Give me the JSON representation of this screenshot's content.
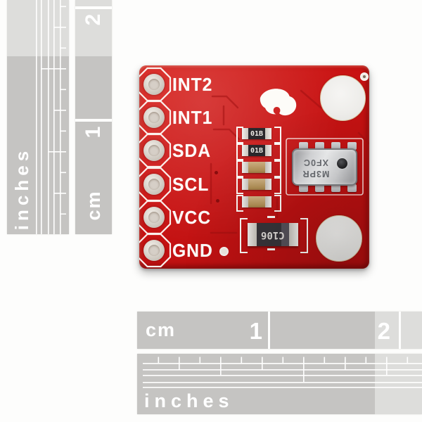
{
  "pcb": {
    "pins": [
      {
        "label": "INT2"
      },
      {
        "label": "INT1"
      },
      {
        "label": "SDA"
      },
      {
        "label": "SCL"
      },
      {
        "label": "VCC"
      },
      {
        "label": "GND"
      }
    ],
    "sensor": {
      "line1": "M3PR",
      "line2": "XF0C"
    },
    "resistors": [
      {
        "label": "01B"
      },
      {
        "label": "01B"
      }
    ],
    "cap_label": "C106",
    "logo_icon": "sparkfun-flame",
    "colors": {
      "board_red": "#c81414",
      "silkscreen": "#ffffff",
      "sensor_metal": "#d8d9db",
      "component_black": "#2b282c",
      "capacitor_tan": "#b18f55"
    }
  },
  "rulers": {
    "left_inches": {
      "label": "inches"
    },
    "left_cm": {
      "label": "cm",
      "num_1": "1",
      "num_2": "2"
    },
    "bottom_cm": {
      "label": "cm",
      "num_1": "1",
      "num_2": "2"
    },
    "bottom_inches": {
      "label": "inches"
    },
    "colors": {
      "ruler_gray": "#c5c4c2",
      "marks_white": "#ffffff"
    }
  }
}
